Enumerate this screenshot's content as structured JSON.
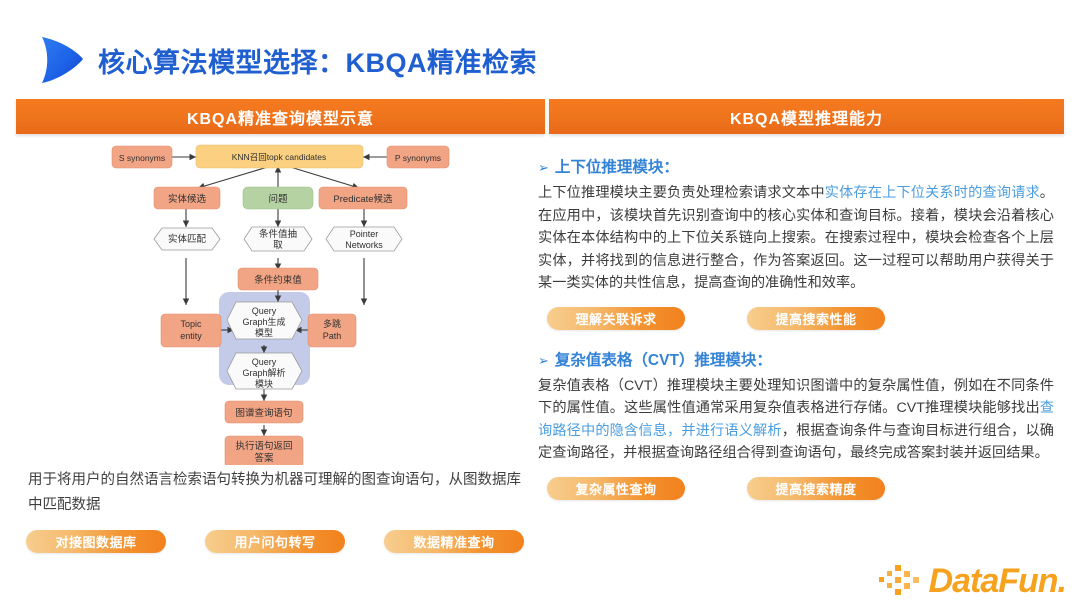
{
  "page": {
    "title": "核心算法模型选择：KBQA精准检索",
    "logo_icon": "blue-play-arrow-icon",
    "accent_blue": "#1f5fd0",
    "accent_orange": "#f0761d"
  },
  "left": {
    "banner": "KBQA精准查询模型示意",
    "caption": "用于将用户的自然语言检索语句转换为机器可理解的图查询语句，从图数据库中匹配数据",
    "pills": [
      "对接图数据库",
      "用户问句转写",
      "数据精准查询"
    ],
    "diagram": {
      "nodes": {
        "s_synonyms": "S synonyms",
        "knn": "KNN召回topk candidates",
        "p_synonyms": "P synonyms",
        "entity_cand": "实体候选",
        "question": "问题",
        "predicate_cand": "Predicate候选",
        "entity_match": "实体匹配",
        "cond_value_1": "条件值抽",
        "cond_value_2": "取",
        "pointer_1": "Pointer",
        "pointer_2": "Networks",
        "cond_constraint": "条件约束值",
        "topic_entity_1": "Topic",
        "topic_entity_2": "entity",
        "multi_hop_1": "多跳",
        "multi_hop_2": "Path",
        "qg_gen_1": "Query",
        "qg_gen_2": "Graph生成",
        "qg_gen_3": "模型",
        "qg_parse_1": "Query",
        "qg_parse_2": "Graph解析",
        "qg_parse_3": "模块",
        "graph_query": "图谱查询语句",
        "exec_1": "执行语句返回",
        "exec_2": "答案"
      },
      "colors": {
        "salmon": "#f2a585",
        "yellow": "#fbd181",
        "green": "#b5d3a2",
        "hex_fill": "#fafafa",
        "panel": "#c3cbe8"
      }
    }
  },
  "right": {
    "banner": "KBQA模型推理能力",
    "sections": [
      {
        "bullet": "➢",
        "heading": "上下位推理模块：",
        "paragraph_parts": [
          {
            "text": "上下位推理模块主要负责处理检索请求文本中",
            "highlight": false
          },
          {
            "text": "实体存在上下位关系时的查询请求",
            "highlight": true
          },
          {
            "text": "。在应用中，该模块首先识别查询中的核心实体和查询目标。接着，模块会沿着核心实体在本体结构中的上下位关系链向上搜索。在搜索过程中，模块会检查各个上层实体，并将找到的信息进行整合，作为答案返回。这一过程可以帮助用户获得关于某一类实体的共性信息，提高查询的准确性和效率。",
            "highlight": false
          }
        ],
        "pills": [
          "理解关联诉求",
          "提高搜索性能"
        ]
      },
      {
        "bullet": "➢",
        "heading": "复杂值表格（CVT）推理模块：",
        "paragraph_parts": [
          {
            "text": "复杂值表格（CVT）推理模块主要处理知识图谱中的复杂属性值，例如在不同条件下的属性值。这些属性值通常采用复杂值表格进行存储。CVT推理模块能够找出",
            "highlight": false
          },
          {
            "text": "查询路径中的隐含信息，并进行语义解析",
            "highlight": true
          },
          {
            "text": "，根据查询条件与查询目标进行组合，以确定查询路径，并根据查询路径组合得到查询语句，最终完成答案封装并返回结果。",
            "highlight": false
          }
        ],
        "pills": [
          "复杂属性查询",
          "提高搜索精度"
        ]
      }
    ]
  },
  "footer": {
    "brand": "DataFun.",
    "brand_color": "#f6a21e"
  }
}
